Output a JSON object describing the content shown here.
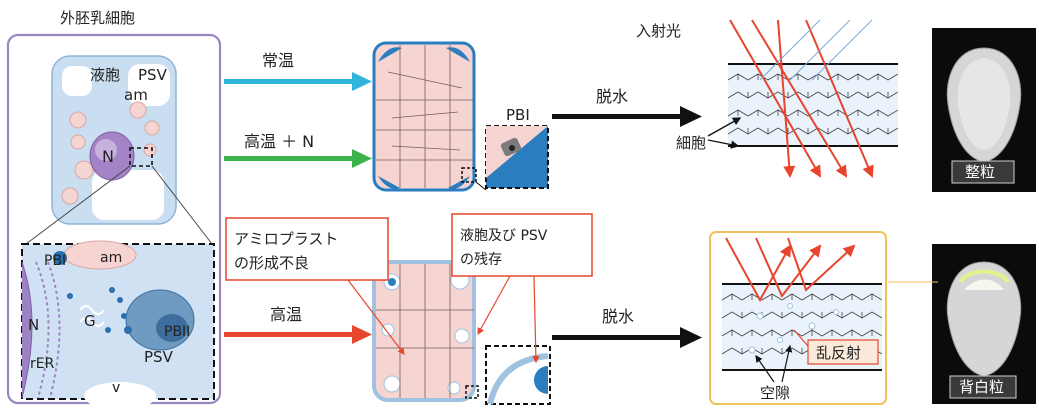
{
  "cell_title": "外胚乳細胞",
  "cell_labels": {
    "vacuole": "液胞",
    "psv": "PSV",
    "amyloplast": "am",
    "nucleus": "N"
  },
  "zoom_labels": {
    "pbi": "PBI",
    "am": "am",
    "n": "N",
    "g": "G",
    "pbii": "PBII",
    "psv": "PSV",
    "rer": "rER",
    "v": "v"
  },
  "arrows": {
    "normal_temp": "常温",
    "high_temp_n": "高温 ＋ N",
    "high_temp": "高温",
    "dehydration_top": "脱水",
    "dehydration_bottom": "脱水"
  },
  "pbi_label": "PBI",
  "callouts": {
    "amyloplast_defect_line1": "アミロプラスト",
    "amyloplast_defect_line2": "の形成不良",
    "vacuole_psv_line1": "液胞及び PSV",
    "vacuole_psv_line2": "の残存"
  },
  "light": {
    "incident": "入射光",
    "cell": "細胞",
    "scatter": "乱反射",
    "void": "空隙"
  },
  "grains": {
    "perfect": "整粒",
    "chalky_back": "背白粒"
  },
  "colors": {
    "purple_frame": "#9b86c0",
    "arrow_cyan": "#2fb4dc",
    "arrow_green": "#3bb24a",
    "arrow_red": "#e7452d",
    "callout_red": "#e7452d",
    "gold_frame": "#f0c35a",
    "pink_cell": "#f5d4d2",
    "blue_space": "#2a7dbf"
  }
}
